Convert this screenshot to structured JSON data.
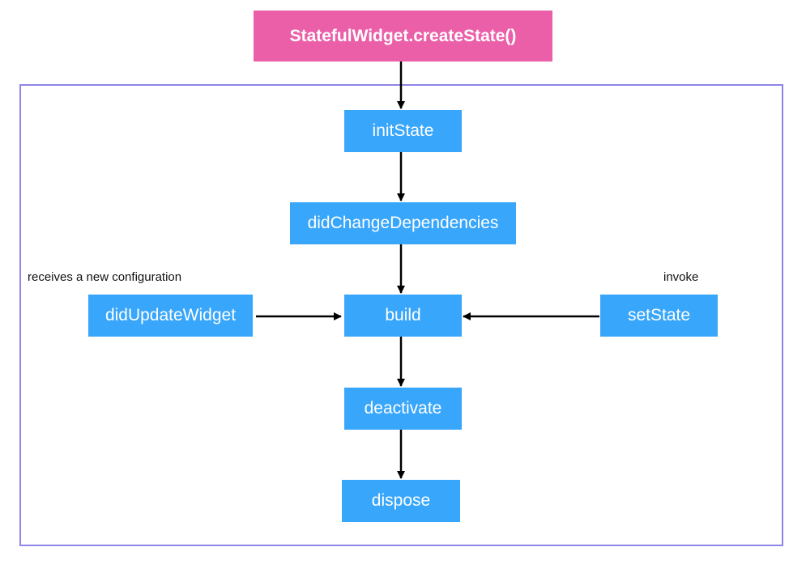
{
  "colors": {
    "start_node": "#eb5fa9",
    "method_node": "#38a6fb",
    "frame": "#8f85e8",
    "arrow": "#000000"
  },
  "nodes": {
    "create_state": "StatefulWidget.createState()",
    "init_state": "initState",
    "did_change_dependencies": "didChangeDependencies",
    "did_update_widget": "didUpdateWidget",
    "build": "build",
    "set_state": "setState",
    "deactivate": "deactivate",
    "dispose": "dispose"
  },
  "annotations": {
    "new_configuration": "receives a new configuration",
    "invoke": "invoke"
  }
}
